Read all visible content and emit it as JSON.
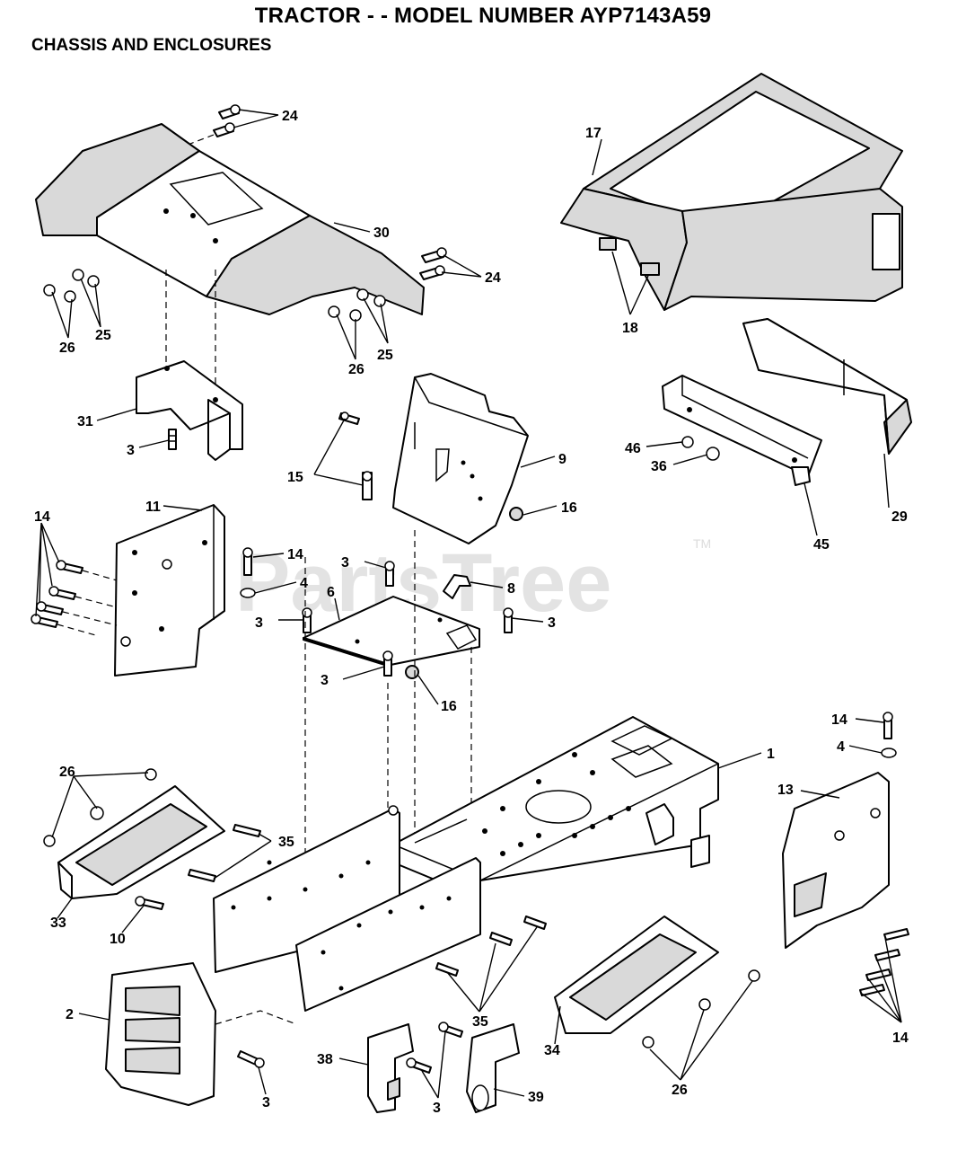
{
  "header": {
    "title": "TRACTOR - - MODEL NUMBER AYP7143A59",
    "subtitle": "CHASSIS AND ENCLOSURES"
  },
  "watermark": {
    "text": "PartsTree",
    "trademark": "TM"
  },
  "callouts": {
    "c24a": "24",
    "c17": "17",
    "c30": "30",
    "c24b": "24",
    "c26a": "26",
    "c25a": "25",
    "c26b": "26",
    "c25b": "25",
    "c18": "18",
    "c31": "31",
    "c3a": "3",
    "c15": "15",
    "c9": "9",
    "c46": "46",
    "c36": "36",
    "c16a": "16",
    "c29": "29",
    "c45": "45",
    "c11": "11",
    "c14a": "14",
    "c14b": "14",
    "c4a": "4",
    "c3b": "3",
    "c8": "8",
    "c6": "6",
    "c3c": "3",
    "c3d": "3",
    "c3e": "3",
    "c16b": "16",
    "c14c": "14",
    "c4b": "4",
    "c1": "1",
    "c26c": "26",
    "c13": "13",
    "c35a": "35",
    "c33": "33",
    "c10": "10",
    "c2": "2",
    "c35b": "35",
    "c38": "38",
    "c3f": "3",
    "c3g": "3",
    "c39": "39",
    "c34": "34",
    "c26d": "26",
    "c14d": "14"
  },
  "colors": {
    "line": "#000000",
    "shading": "#d9d9d9",
    "watermark": "#e3e3e3"
  }
}
